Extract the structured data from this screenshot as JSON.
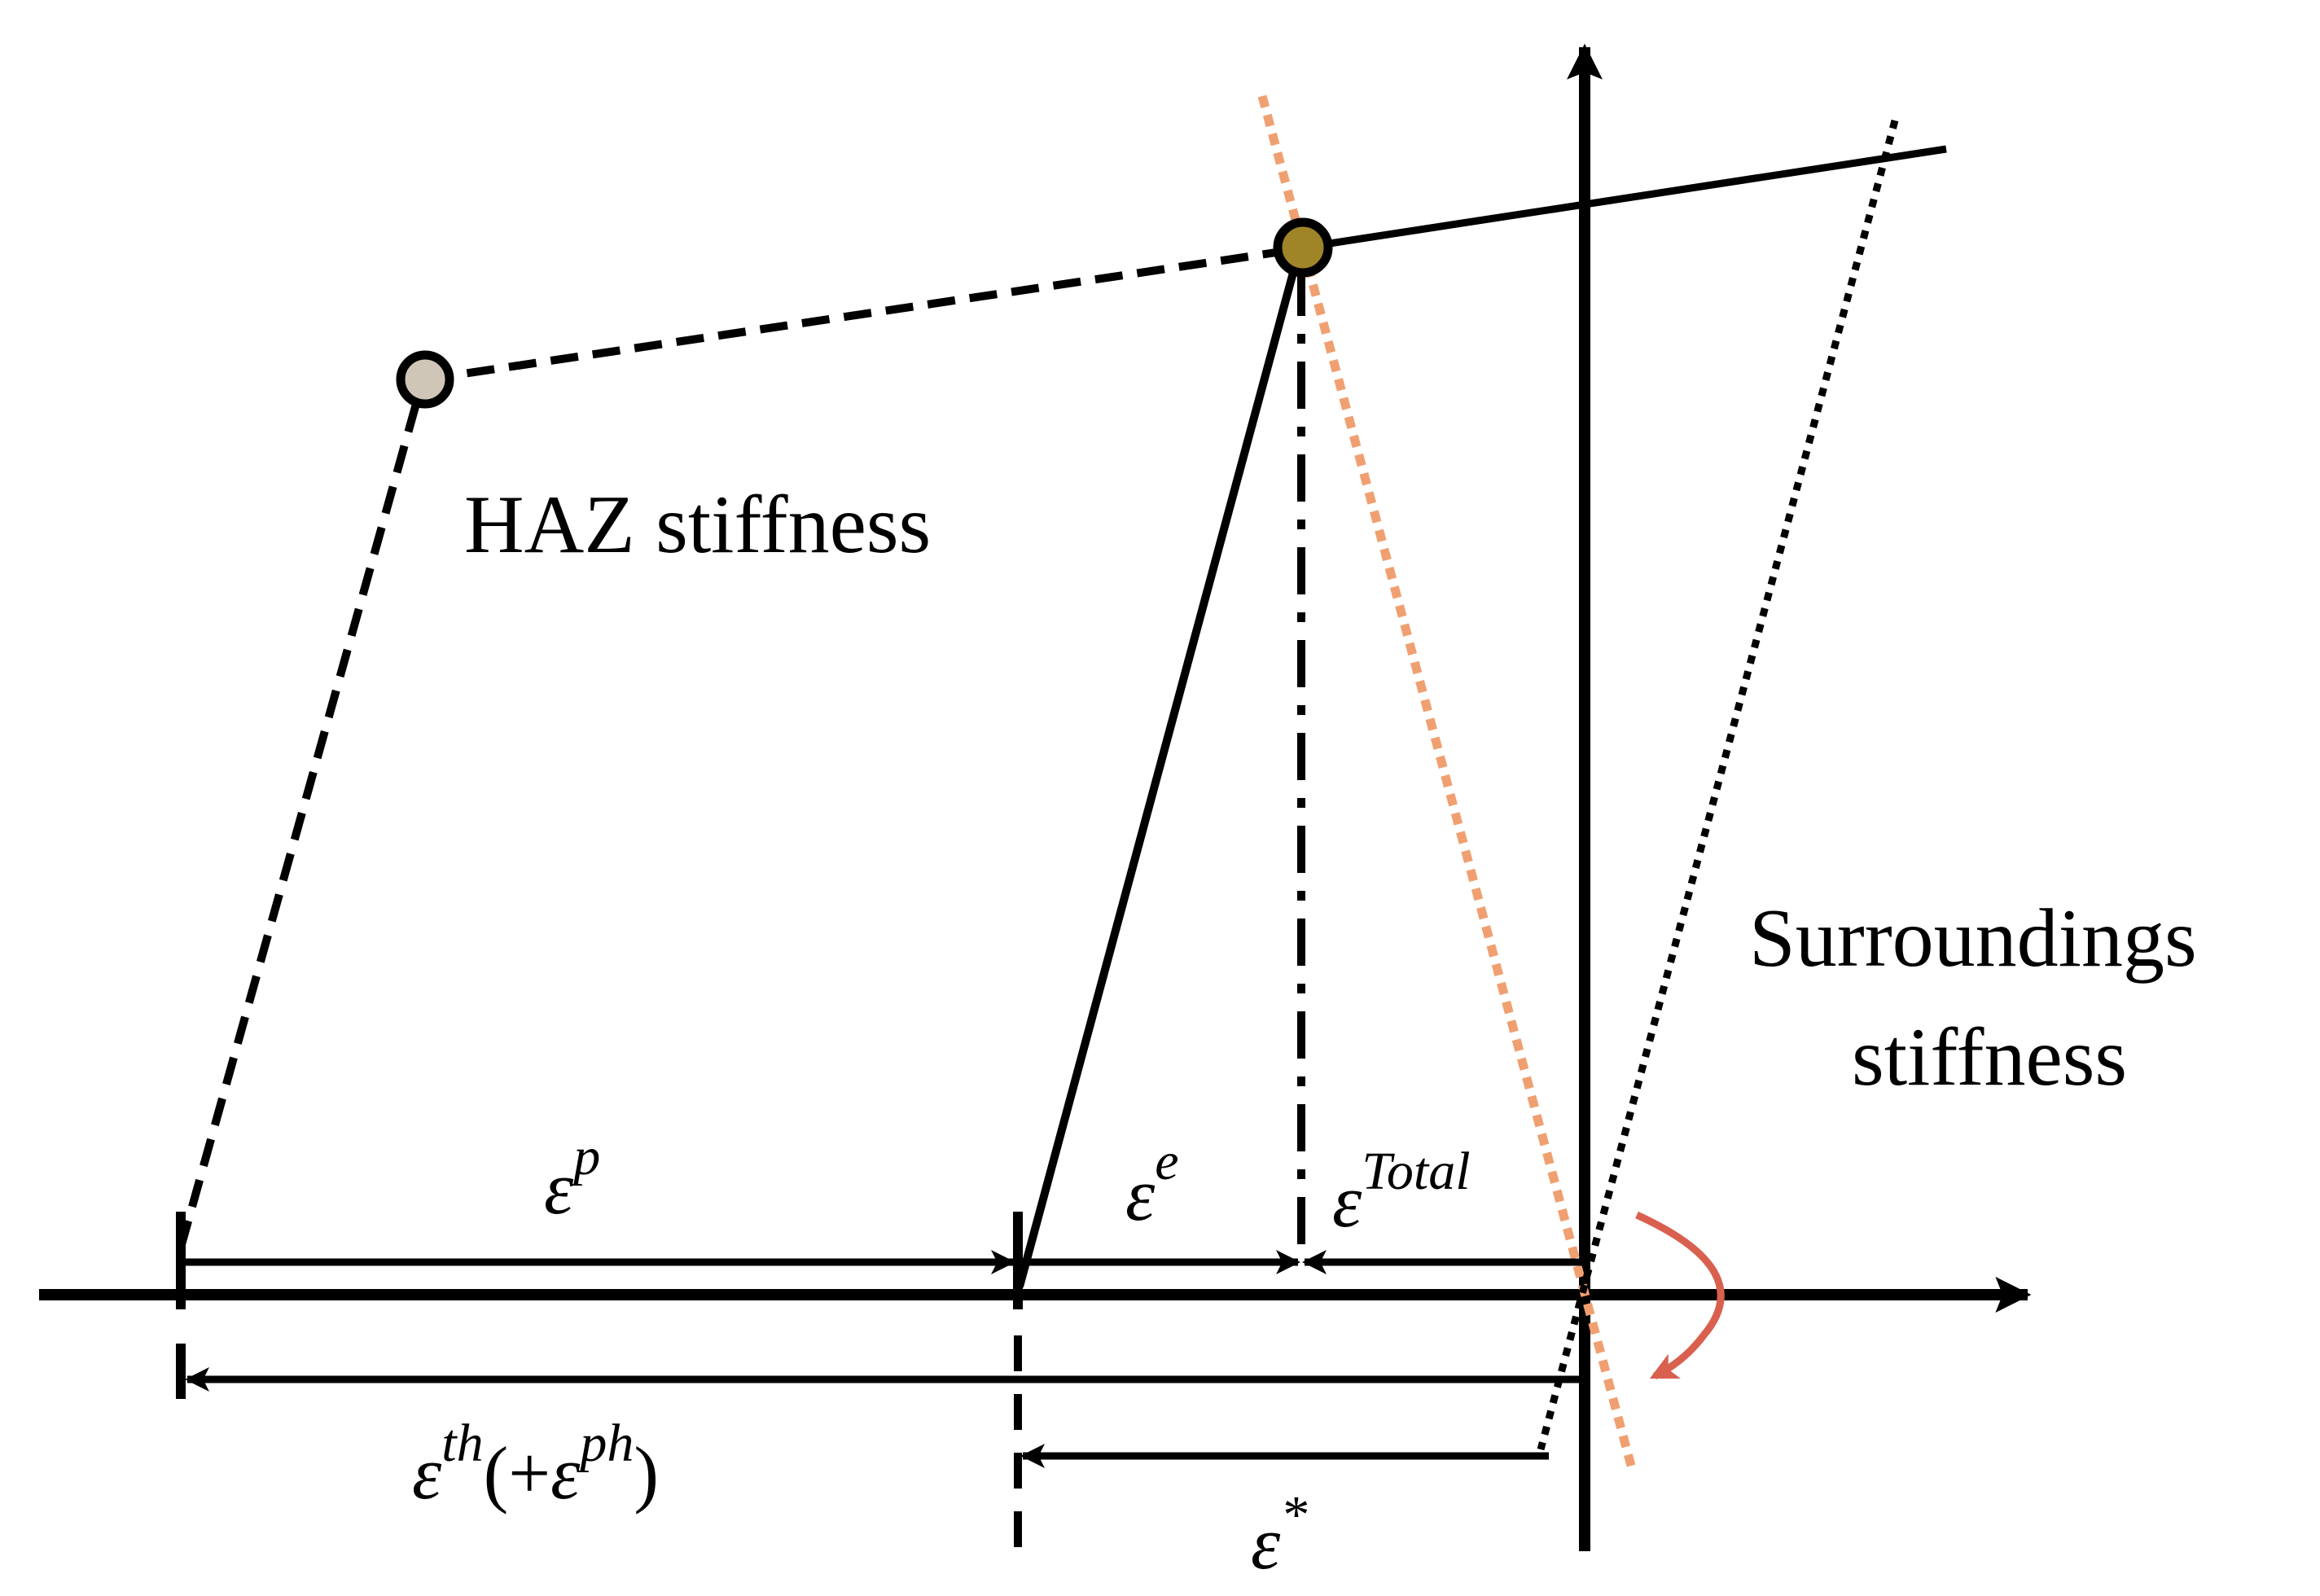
{
  "labels": {
    "haz_stiffness": "HAZ stiffness",
    "surroundings_line1": "Surroundings",
    "surroundings_line2": "stiffness"
  },
  "strains": {
    "plastic": {
      "base": "ε",
      "sup": "p"
    },
    "elastic": {
      "base": "ε",
      "sup": "e"
    },
    "total": {
      "base": "ε",
      "sup": "Total"
    },
    "thermal": {
      "base": "ε",
      "sup": "th",
      "paren_open": "(+",
      "base2": "ε",
      "sup2": "ph",
      "paren_close": ")"
    },
    "star": {
      "base": "ε",
      "sup": "*"
    }
  },
  "colors": {
    "ink": "#000000",
    "orange_line": "#F0A070",
    "rotation_arrow": "#D9604F",
    "point_left_fill": "#CFC6B8",
    "point_right_fill": "#A08428"
  }
}
